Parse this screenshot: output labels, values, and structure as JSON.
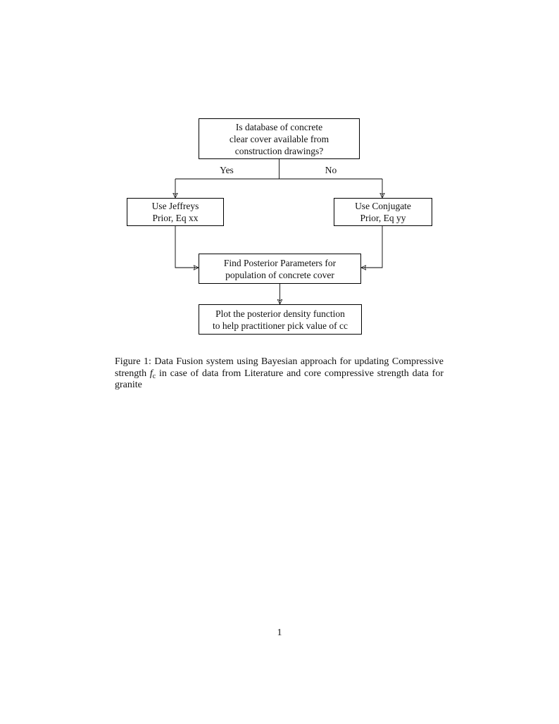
{
  "figure": {
    "nodes": {
      "question": {
        "lines": [
          "Is database of concrete",
          "clear cover available from",
          "construction drawings?"
        ]
      },
      "jeffreys": {
        "lines": [
          "Use Jeffreys",
          "Prior, Eq xx"
        ]
      },
      "conjugate": {
        "lines": [
          "Use Conjugate",
          "Prior, Eq yy"
        ]
      },
      "posterior": {
        "lines": [
          "Find Posterior Parameters for",
          "population of concrete cover"
        ]
      },
      "plot": {
        "lines": [
          "Plot the posterior density function",
          "to help practitioner pick value of cc"
        ]
      }
    },
    "branch_labels": {
      "yes": "Yes",
      "no": "No"
    },
    "colors": {
      "line": "#000000",
      "text": "#111111",
      "background": "#ffffff"
    }
  },
  "caption": {
    "before_math": "Figure 1: Data Fusion system using Bayesian approach for updating Compressive strength ",
    "math_var": "f",
    "math_sub": "c",
    "after_math": " in case of data from Literature and core compressive strength data for granite"
  },
  "page": {
    "number": "1"
  }
}
